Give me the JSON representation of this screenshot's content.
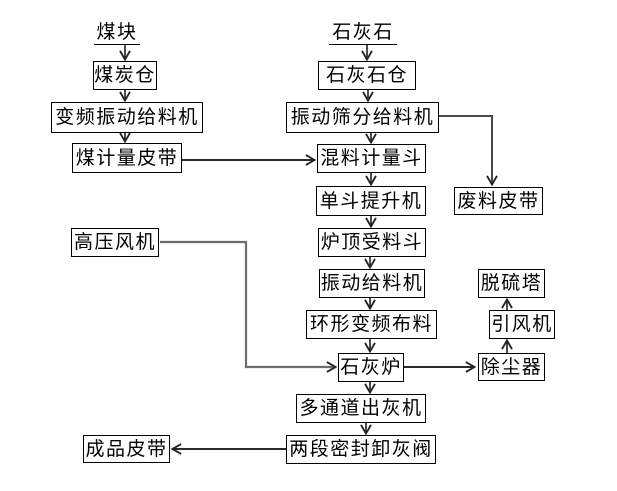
{
  "diagram": {
    "sources": {
      "coal": "煤块",
      "limestone": "石灰石"
    },
    "nodes": {
      "coal_bin": "煤炭仓",
      "vf_vib_feeder": "变频振动给料机",
      "coal_belt": "煤计量皮带",
      "hp_fan": "高压风机",
      "product_belt": "成品皮带",
      "limestone_bin": "石灰石仓",
      "vib_screen_feeder": "振动筛分给料机",
      "mix_hopper": "混料计量斗",
      "bucket_elevator": "单斗提升机",
      "top_hopper": "炉顶受料斗",
      "vib_feeder": "振动给料机",
      "ring_distributor": "环形变频布料",
      "lime_kiln": "石灰炉",
      "ash_discharger": "多通道出灰机",
      "ash_valve": "两段密封卸灰阀",
      "waste_belt": "废料皮带",
      "desulf_tower": "脱硫塔",
      "draft_fan": "引风机",
      "dust_collector": "除尘器"
    },
    "colors": {
      "background": "#ffffff",
      "box_border": "#000000",
      "text": "#000000",
      "arrow_line": "#2b2b2b",
      "connector_line": "#6e6e6e"
    }
  }
}
